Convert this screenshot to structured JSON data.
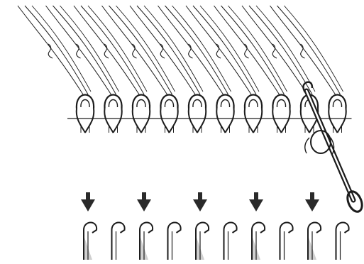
{
  "illustration": {
    "subject": "knitting-machine-needles-with-stitches",
    "ink_color": "#1c1c1c",
    "paper_color": "#ffffff",
    "latch_fill_color": "#cfcfcf",
    "arrow_color": "#2a2a2a",
    "stitch_count": 10,
    "needle_count": 10,
    "arrow_count": 5,
    "arrowed_needles": [
      1,
      3,
      5,
      7,
      9
    ],
    "tool": "latch-tool-icon"
  }
}
